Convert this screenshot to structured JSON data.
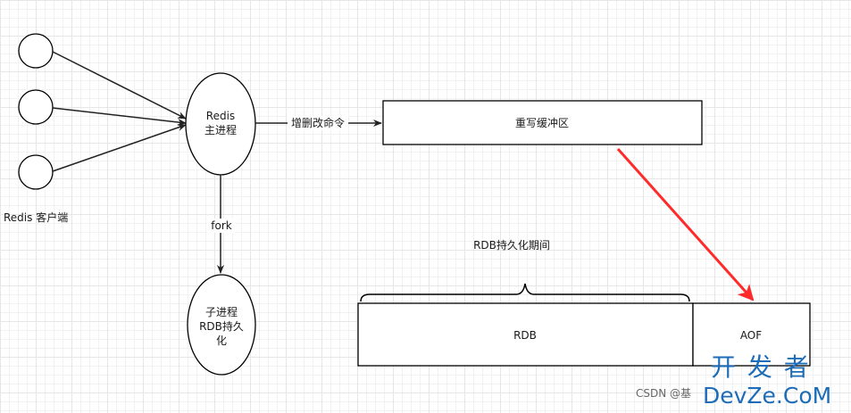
{
  "nodes": {
    "main_process_line1": "Redis",
    "main_process_line2": "主进程",
    "child_line1": "子进程",
    "child_line2": "RDB持久",
    "child_line3": "化",
    "clients_label": "Redis 客户端",
    "rewrite_buffer": "重写缓冲区",
    "rdb_block": "RDB",
    "aof_block": "AOF"
  },
  "edges": {
    "write_commands": "增删改命令",
    "fork": "fork"
  },
  "annotations": {
    "rdb_period": "RDB持久化期间"
  },
  "watermark": {
    "csdn": "CSDN @基",
    "brand_top": "开 发 者",
    "brand_bottom": "DevZe.CoM"
  },
  "colors": {
    "stroke": "#000000",
    "highlight_arrow": "#ff2a2a",
    "watermark": "#1c6cb8"
  }
}
